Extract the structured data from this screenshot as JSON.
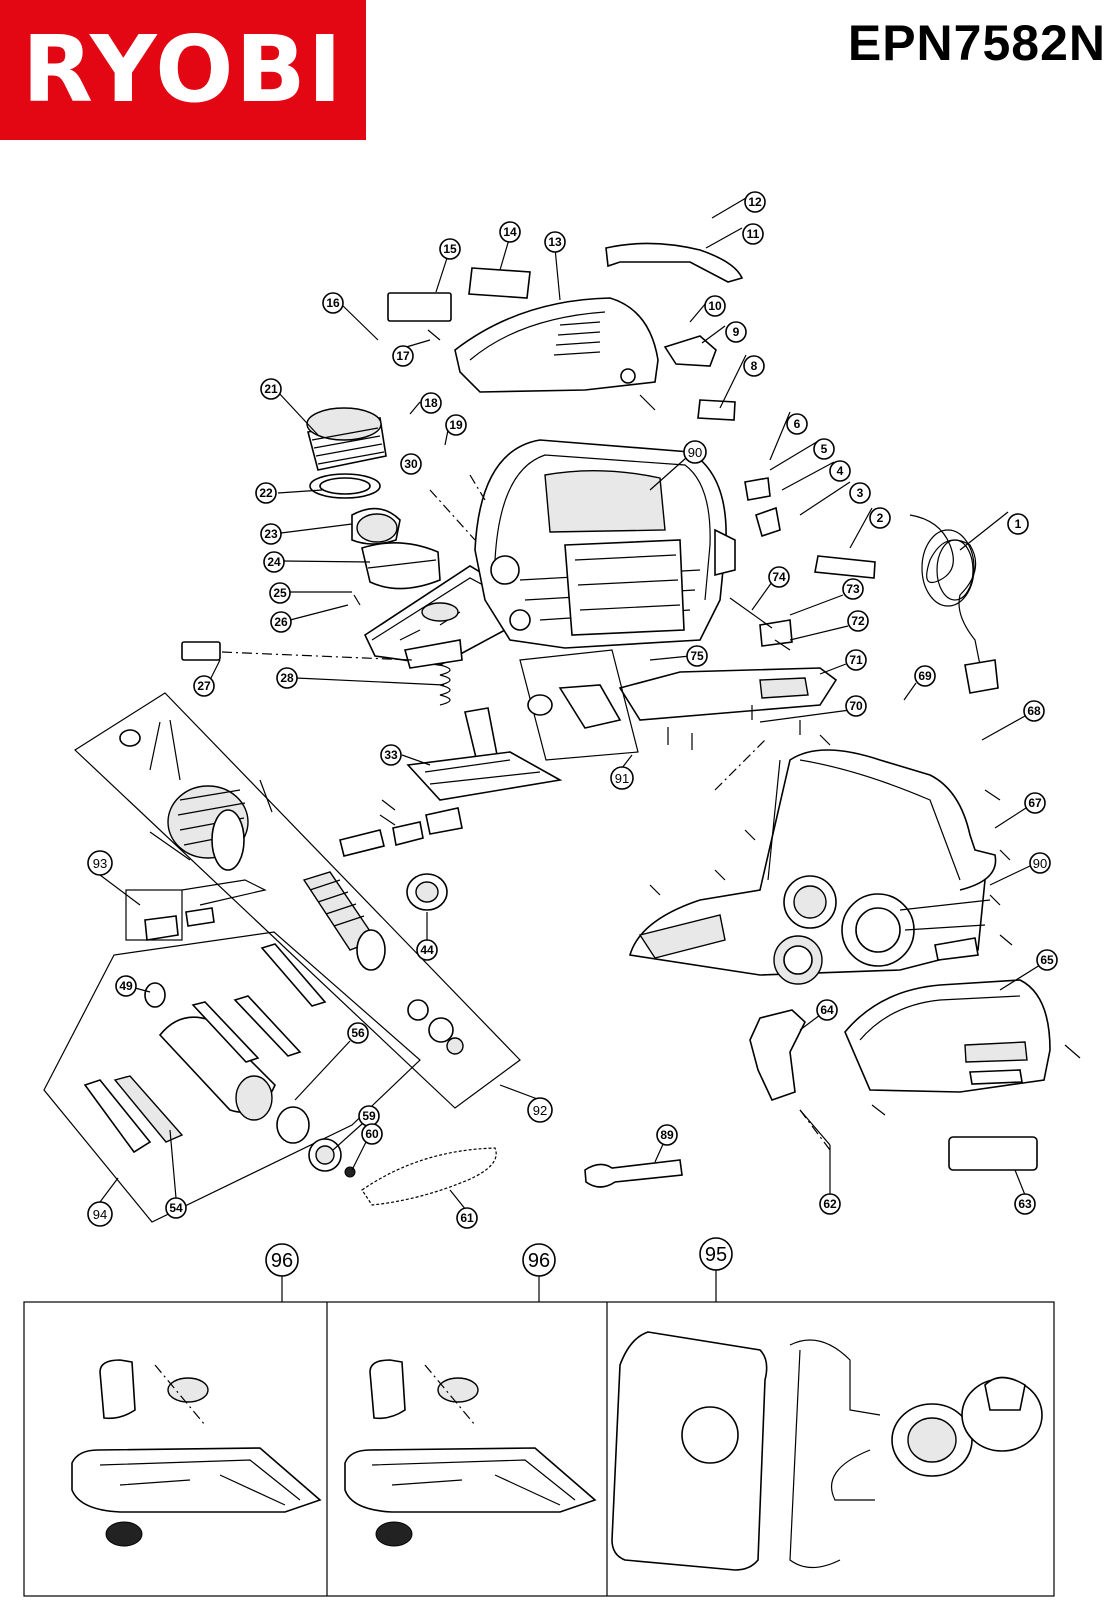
{
  "header": {
    "brand": "RYOBI",
    "model": "EPN7582N",
    "brand_color": "#e30613"
  },
  "callouts": [
    {
      "n": "1"
    },
    {
      "n": "2"
    },
    {
      "n": "3"
    },
    {
      "n": "4"
    },
    {
      "n": "5"
    },
    {
      "n": "6"
    },
    {
      "n": "8"
    },
    {
      "n": "9"
    },
    {
      "n": "10"
    },
    {
      "n": "11"
    },
    {
      "n": "12"
    },
    {
      "n": "13"
    },
    {
      "n": "14"
    },
    {
      "n": "15"
    },
    {
      "n": "16"
    },
    {
      "n": "17"
    },
    {
      "n": "18"
    },
    {
      "n": "19"
    },
    {
      "n": "21"
    },
    {
      "n": "22"
    },
    {
      "n": "23"
    },
    {
      "n": "24"
    },
    {
      "n": "25"
    },
    {
      "n": "26"
    },
    {
      "n": "27"
    },
    {
      "n": "28"
    },
    {
      "n": "30"
    },
    {
      "n": "33"
    },
    {
      "n": "44"
    },
    {
      "n": "49"
    },
    {
      "n": "54"
    },
    {
      "n": "56"
    },
    {
      "n": "59"
    },
    {
      "n": "60"
    },
    {
      "n": "61"
    },
    {
      "n": "62"
    },
    {
      "n": "63"
    },
    {
      "n": "64"
    },
    {
      "n": "65"
    },
    {
      "n": "67"
    },
    {
      "n": "68"
    },
    {
      "n": "69"
    },
    {
      "n": "70"
    },
    {
      "n": "71"
    },
    {
      "n": "72"
    },
    {
      "n": "73"
    },
    {
      "n": "74"
    },
    {
      "n": "75"
    },
    {
      "n": "89"
    },
    {
      "n": "90"
    },
    {
      "n": "90"
    },
    {
      "n": "91"
    },
    {
      "n": "92"
    },
    {
      "n": "93"
    },
    {
      "n": "94"
    },
    {
      "n": "96"
    },
    {
      "n": "96"
    },
    {
      "n": "95"
    }
  ]
}
